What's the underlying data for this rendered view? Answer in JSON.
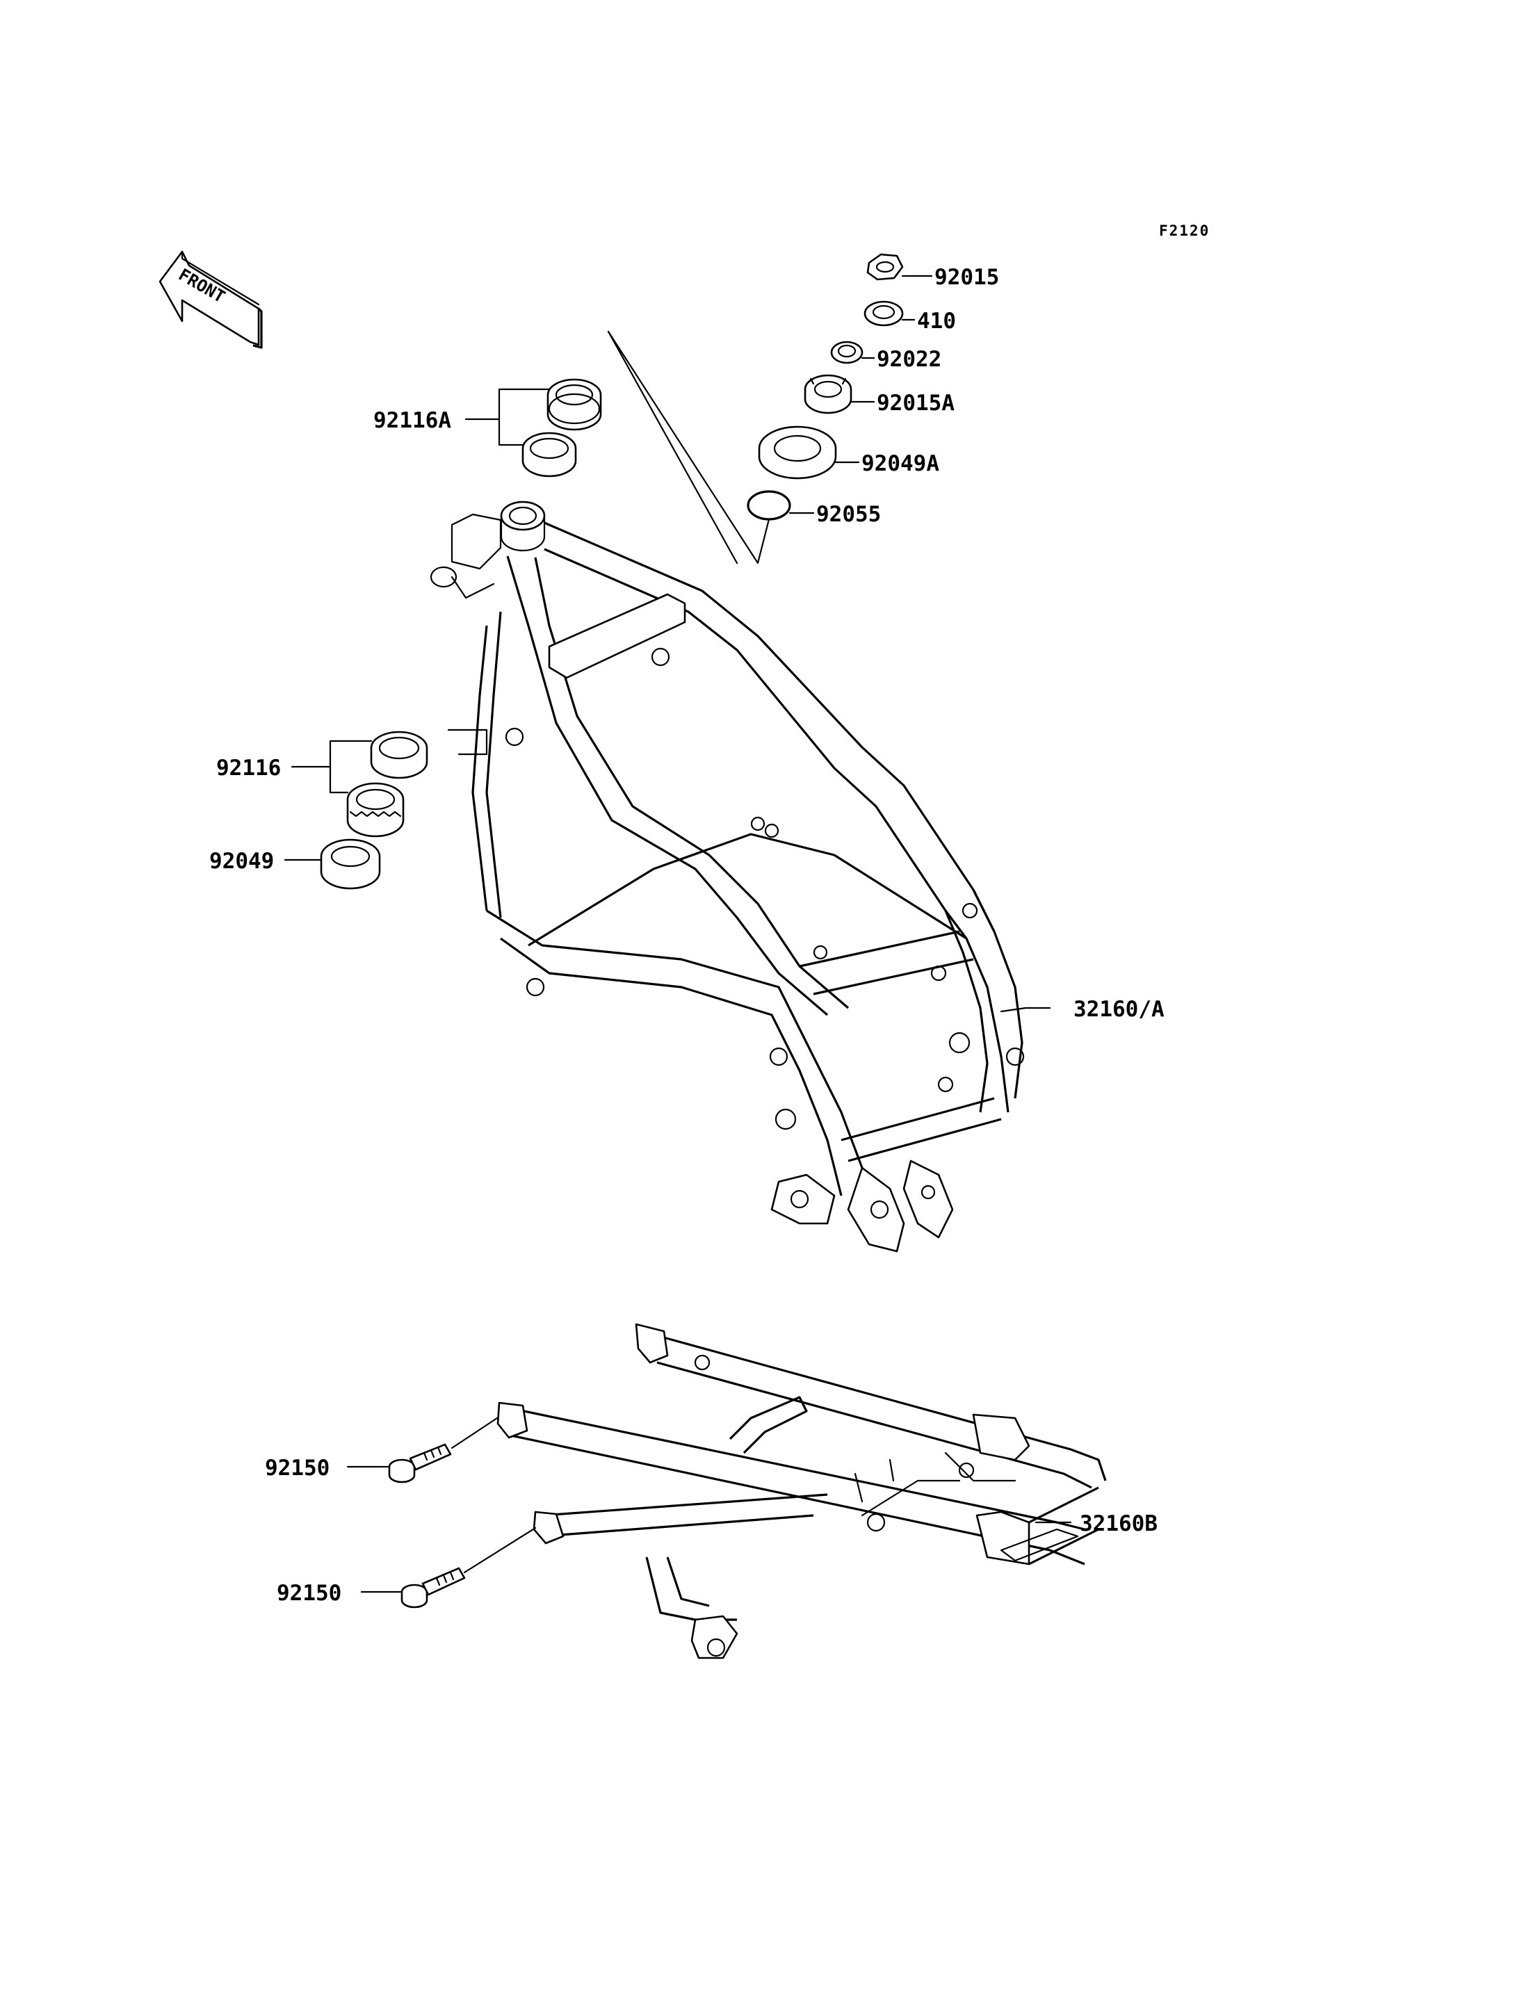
{
  "diagram_code": "F2120",
  "front_label": "FRONT",
  "callouts": {
    "p92015": "92015",
    "p410": "410",
    "p92022": "92022",
    "p92015A": "92015A",
    "p92049A": "92049A",
    "p92055": "92055",
    "p92116A": "92116A",
    "p92116": "92116",
    "p92049": "92049",
    "p32160A": "32160/A",
    "p92150a": "92150",
    "p92150b": "92150",
    "p32160B": "32160B"
  }
}
